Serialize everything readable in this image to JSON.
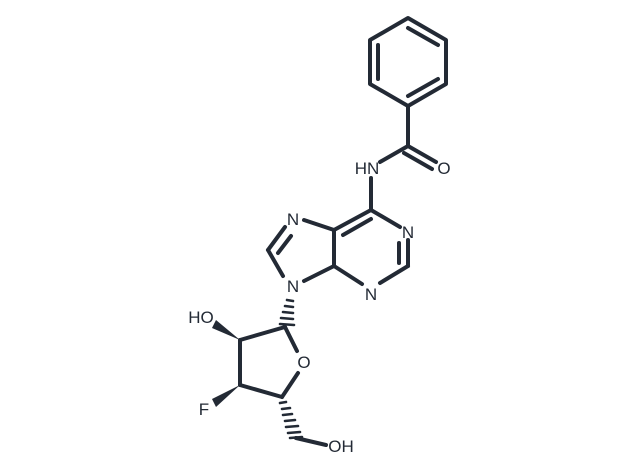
{
  "molecule": {
    "atoms": {
      "nh": "HN",
      "o_carbonyl": "O",
      "n7": "N",
      "n1": "N",
      "n9": "N",
      "n3": "N",
      "ho": "HO",
      "o_ring": "O",
      "f": "F",
      "oh": "OH"
    }
  },
  "colors": {
    "bond": "#232a35",
    "background": "#ffffff"
  }
}
